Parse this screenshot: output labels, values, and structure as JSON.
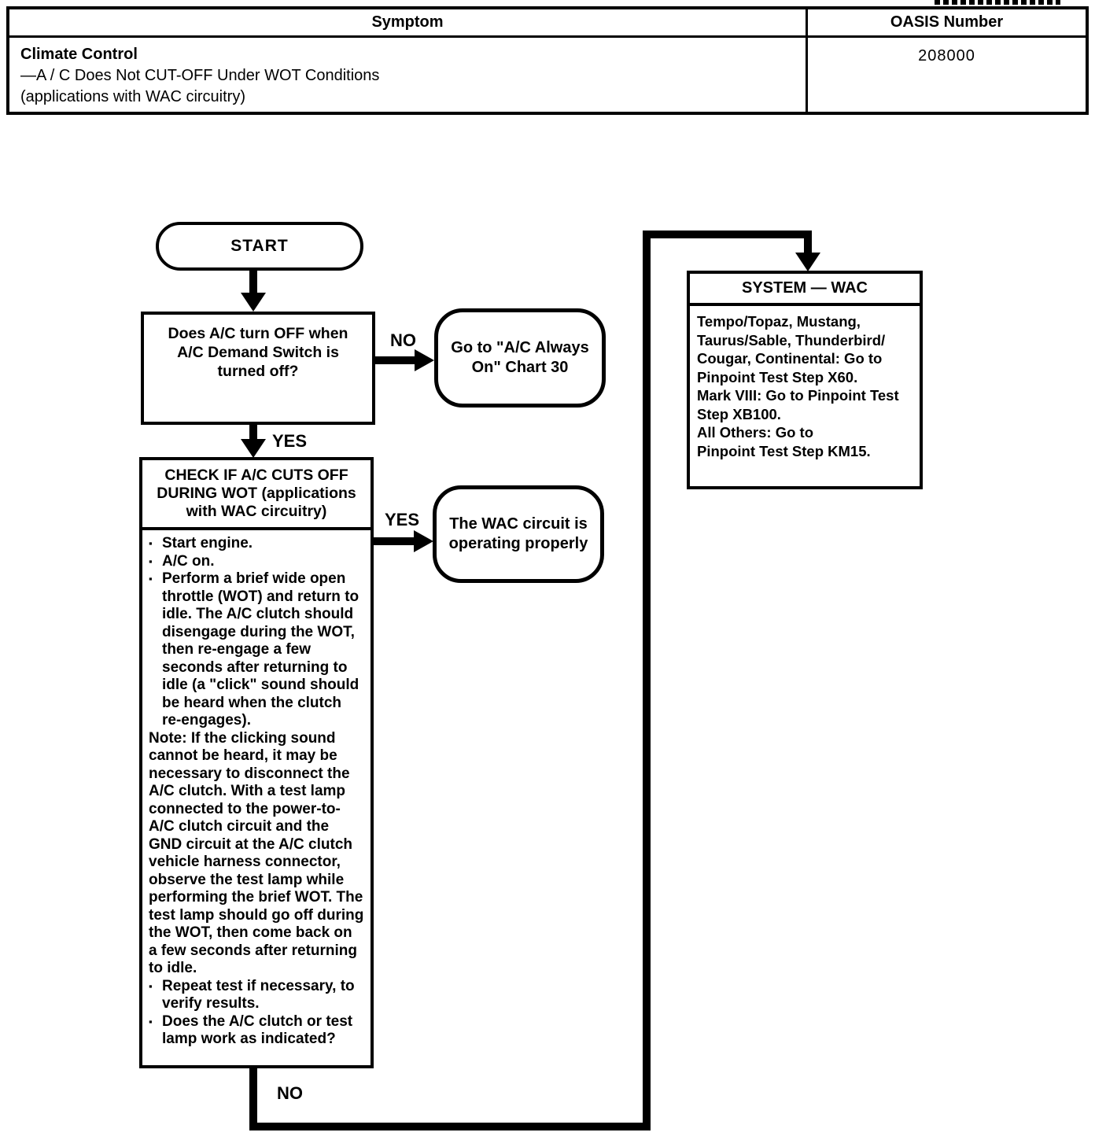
{
  "header_table": {
    "columns": {
      "symptom": "Symptom",
      "oasis": "OASIS Number"
    },
    "row": {
      "symptom_title": "Climate Control",
      "symptom_line2": "—A / C Does Not CUT-OFF Under WOT Conditions",
      "symptom_line3": "(applications with WAC circuitry)",
      "oasis_number": "208000"
    }
  },
  "flowchart": {
    "start_label": "START",
    "q1_text": "Does A/C turn OFF when\nA/C Demand Switch is\nturned off?",
    "edge_q1_no": "NO",
    "edge_q1_yes": "YES",
    "chart30_text": "Go to \"A/C Always\nOn\" Chart 30",
    "check_box": {
      "title": "CHECK IF A/C CUTS OFF\nDURING WOT (applications\nwith WAC circuitry)",
      "bullet_char": "▪",
      "bullets": [
        "Start engine.",
        "A/C on.",
        "Perform a brief wide open throttle (WOT) and return to idle. The A/C clutch should disengage during the WOT, then re-engage a few seconds after returning to idle (a \"click\" sound should be heard when the clutch re-engages).",
        "Repeat test if necessary, to verify results.",
        "Does the A/C clutch or test lamp work as indicated?"
      ],
      "note": "Note: If the clicking sound cannot be heard, it may be necessary to disconnect the A/C clutch. With a test lamp connected to the power-to-A/C clutch circuit and the GND circuit at the A/C clutch vehicle harness connector, observe the test lamp while performing the brief WOT. The test lamp should go off during the WOT, then come back on a few seconds after returning to idle."
    },
    "edge_check_yes": "YES",
    "edge_check_no": "NO",
    "wac_ok_text": "The WAC circuit is\noperating properly",
    "system_wac": {
      "title": "SYSTEM — WAC",
      "body": "Tempo/Topaz, Mustang,\nTaurus/Sable, Thunderbird/\nCougar, Continental: Go to\nPinpoint Test Step X60.\nMark VIII: Go to Pinpoint Test\nStep XB100.\nAll Others: Go to\nPinpoint Test Step KM15."
    }
  }
}
